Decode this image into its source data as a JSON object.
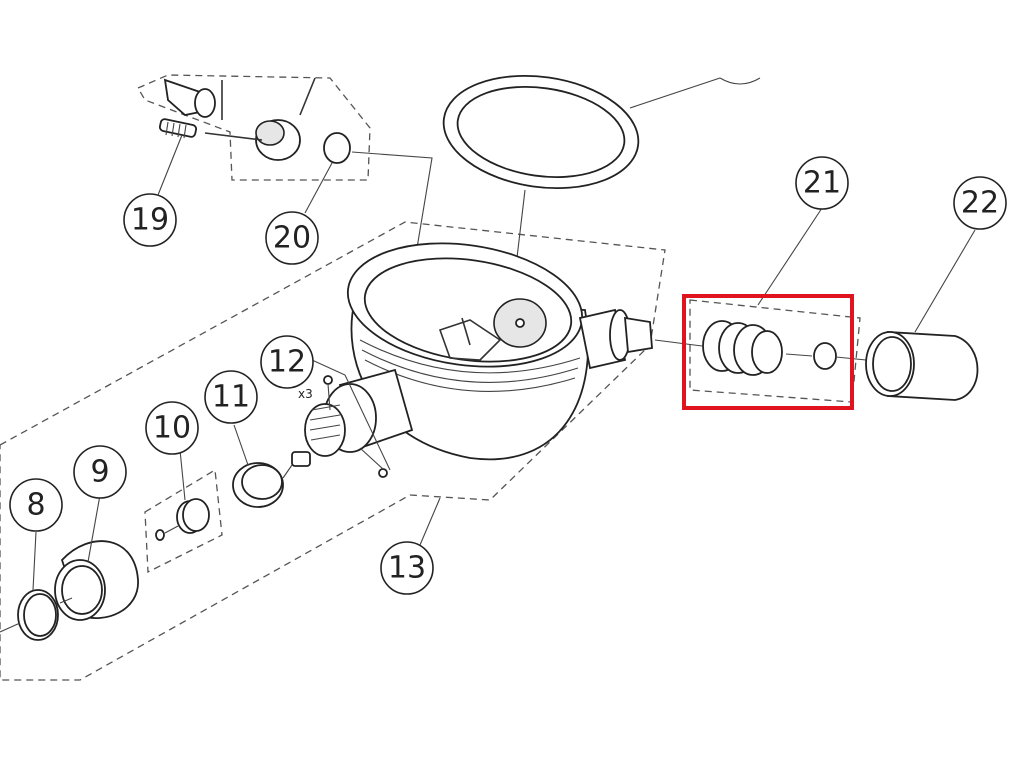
{
  "callouts": {
    "c8": "8",
    "c9": "9",
    "c10": "10",
    "c11": "11",
    "c12": "12",
    "c12_note": "x3",
    "c13": "13",
    "c19": "19",
    "c20": "20",
    "c21": "21",
    "c22": "22"
  },
  "highlight": {
    "target": "21",
    "color": "#e0141e"
  }
}
